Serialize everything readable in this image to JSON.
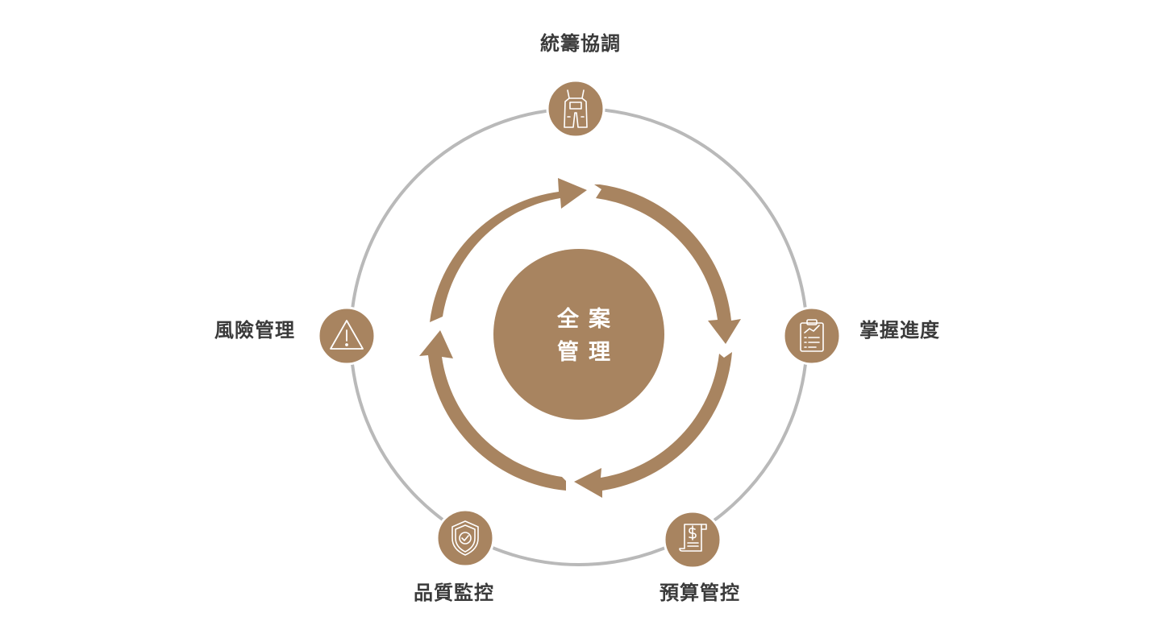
{
  "center": {
    "line1": "全案",
    "line2": "管理"
  },
  "nodes": {
    "top": {
      "label": "統籌協調",
      "icon": "overalls-icon"
    },
    "right": {
      "label": "掌握進度",
      "icon": "clipboard-chart-icon"
    },
    "bottom_right": {
      "label": "預算管控",
      "icon": "receipt-dollar-icon"
    },
    "bottom_left": {
      "label": "品質監控",
      "icon": "shield-check-icon"
    },
    "left": {
      "label": "風險管理",
      "icon": "warning-triangle-icon"
    }
  },
  "colors": {
    "brand": "#a88460",
    "ring": "#b9b9b9",
    "label": "#3a3a3a",
    "icon_stroke": "#ffffff"
  }
}
